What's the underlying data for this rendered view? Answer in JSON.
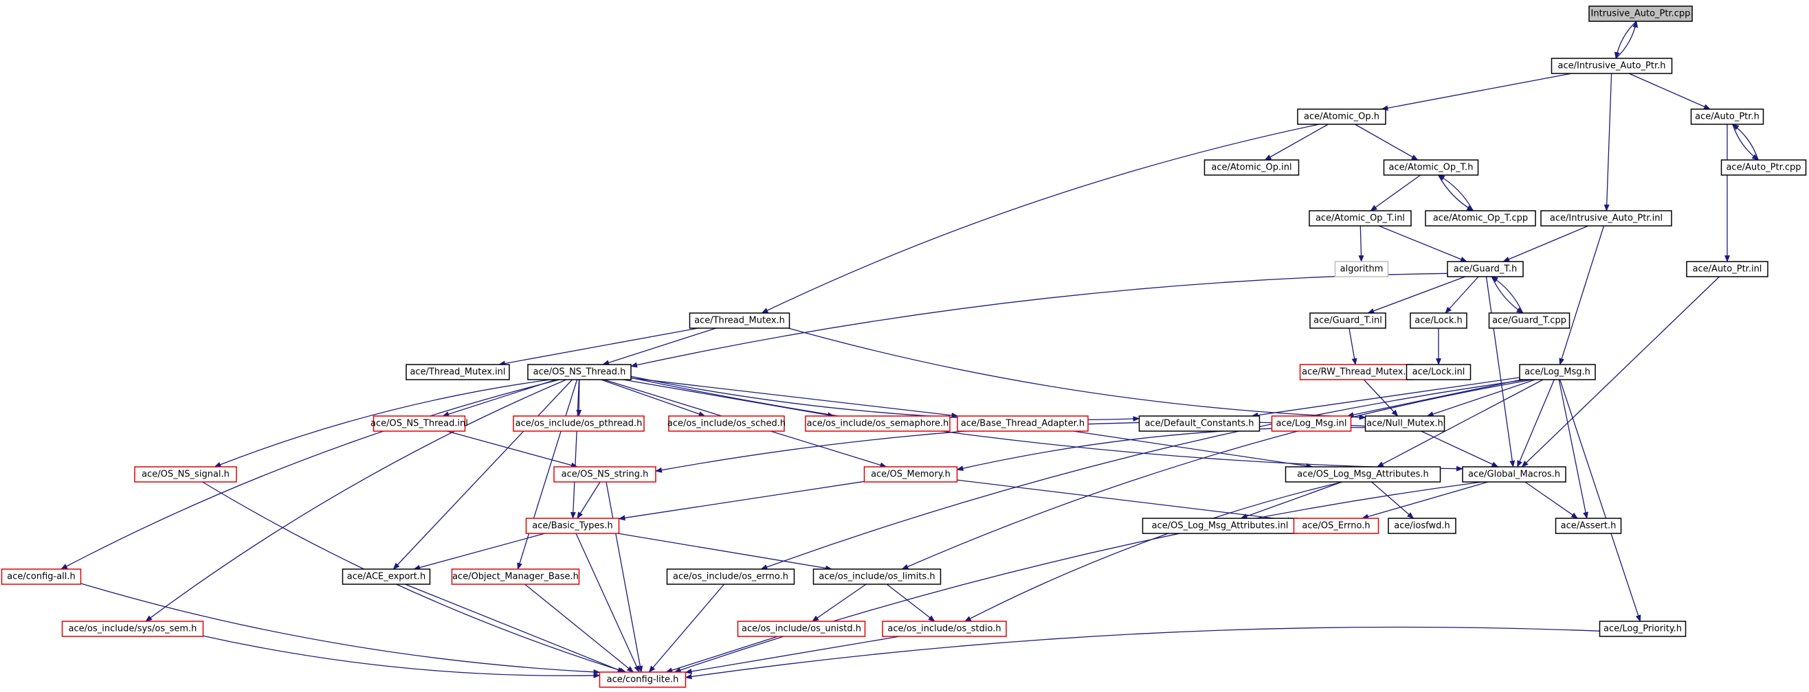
{
  "colors": {
    "edge": "#1a1a7e",
    "normal": "#000000",
    "missing": "#e00000",
    "external": "#bdbdbd",
    "root_fill": "#bfbfbf"
  },
  "nodes": {
    "root": "Intrusive_Auto_Ptr.cpp",
    "iaph": "ace/Intrusive_Auto_Ptr.h",
    "atomic_op_h": "ace/Atomic_Op.h",
    "auto_ptr_h": "ace/Auto_Ptr.h",
    "atomic_op_inl": "ace/Atomic_Op.inl",
    "atomic_op_t_h": "ace/Atomic_Op_T.h",
    "auto_ptr_cpp": "ace/Auto_Ptr.cpp",
    "atomic_op_t_inl": "ace/Atomic_Op_T.inl",
    "atomic_op_t_cpp": "ace/Atomic_Op_T.cpp",
    "iap_inl": "ace/Intrusive_Auto_Ptr.inl",
    "algorithm": "algorithm",
    "guard_t_h": "ace/Guard_T.h",
    "auto_ptr_inl": "ace/Auto_Ptr.inl",
    "thread_mutex_h": "ace/Thread_Mutex.h",
    "guard_t_inl": "ace/Guard_T.inl",
    "lock_h": "ace/Lock.h",
    "guard_t_cpp": "ace/Guard_T.cpp",
    "thread_mutex_inl": "ace/Thread_Mutex.inl",
    "os_ns_thread_h": "ace/OS_NS_Thread.h",
    "rw_thread_mutex_h": "ace/RW_Thread_Mutex.h",
    "lock_inl": "ace/Lock.inl",
    "log_msg_h": "ace/Log_Msg.h",
    "os_ns_thread_inl": "ace/OS_NS_Thread.inl",
    "os_pthread_h": "ace/os_include/os_pthread.h",
    "os_sched_h": "ace/os_include/os_sched.h",
    "os_semaphore_h": "ace/os_include/os_semaphore.h",
    "base_thread_adapter_h": "ace/Base_Thread_Adapter.h",
    "default_constants_h": "ace/Default_Constants.h",
    "log_msg_inl": "ace/Log_Msg.inl",
    "null_mutex_h": "ace/Null_Mutex.h",
    "os_ns_signal_h": "ace/OS_NS_signal.h",
    "os_ns_string_h": "ace/OS_NS_string.h",
    "os_memory_h": "ace/OS_Memory.h",
    "os_log_msg_attr_h": "ace/OS_Log_Msg_Attributes.h",
    "global_macros_h": "ace/Global_Macros.h",
    "basic_types_h": "ace/Basic_Types.h",
    "os_log_msg_attr_inl": "ace/OS_Log_Msg_Attributes.inl",
    "os_errno_h_ace": "ace/OS_Errno.h",
    "iosfwd_h": "ace/iosfwd.h",
    "assert_h": "ace/Assert.h",
    "config_all_h": "ace/config-all.h",
    "ace_export_h": "ace/ACE_export.h",
    "object_manager_base_h": "ace/Object_Manager_Base.h",
    "os_include_errno_h": "ace/os_include/os_errno.h",
    "os_include_limits_h": "ace/os_include/os_limits.h",
    "os_sys_sem_h": "ace/os_include/sys/os_sem.h",
    "os_unistd_h": "ace/os_include/os_unistd.h",
    "os_stdio_h": "ace/os_include/os_stdio.h",
    "log_priority_h": "ace/Log_Priority.h",
    "config_lite_h": "ace/config-lite.h"
  }
}
